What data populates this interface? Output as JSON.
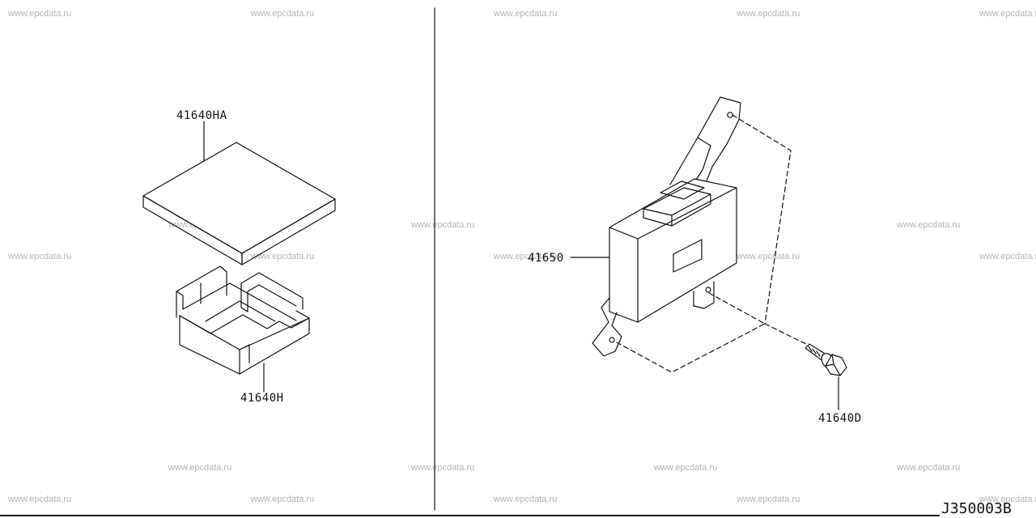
{
  "watermark": "www.epcdata.ru",
  "diagram_code": "J350003B",
  "parts": {
    "cover": "41640HA",
    "holder": "41640H",
    "control_unit": "41650",
    "bolt": "41640D"
  },
  "colors": {
    "line": "#111111",
    "watermark": "#b4b4b4",
    "background": "#ffffff"
  }
}
